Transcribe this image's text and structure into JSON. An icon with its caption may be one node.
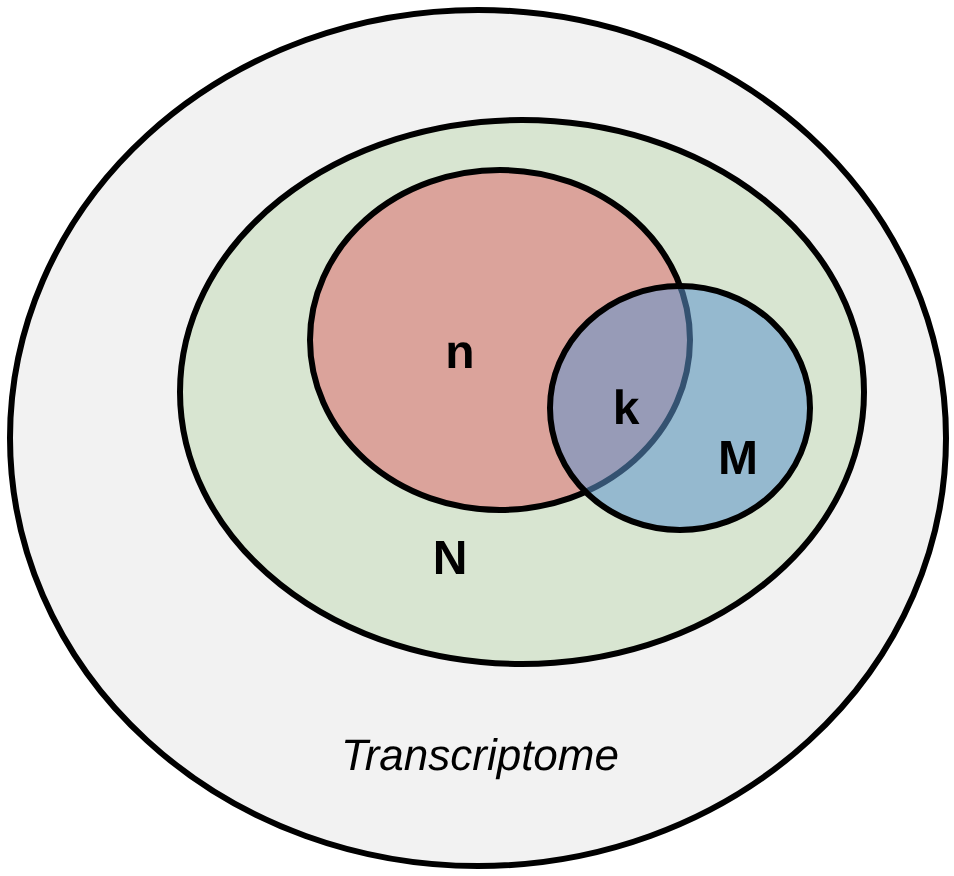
{
  "diagram": {
    "nodes": [
      {
        "text": [
          "Transcriptome"
        ]
      },
      {
        "text": [
          "N"
        ],
        "in": 0
      },
      {
        "text": [
          "n"
        ],
        "in": 1
      },
      {
        "text": [
          "M"
        ],
        "in": 1
      }
    ],
    "labels": [
      "k"
    ]
  }
}
